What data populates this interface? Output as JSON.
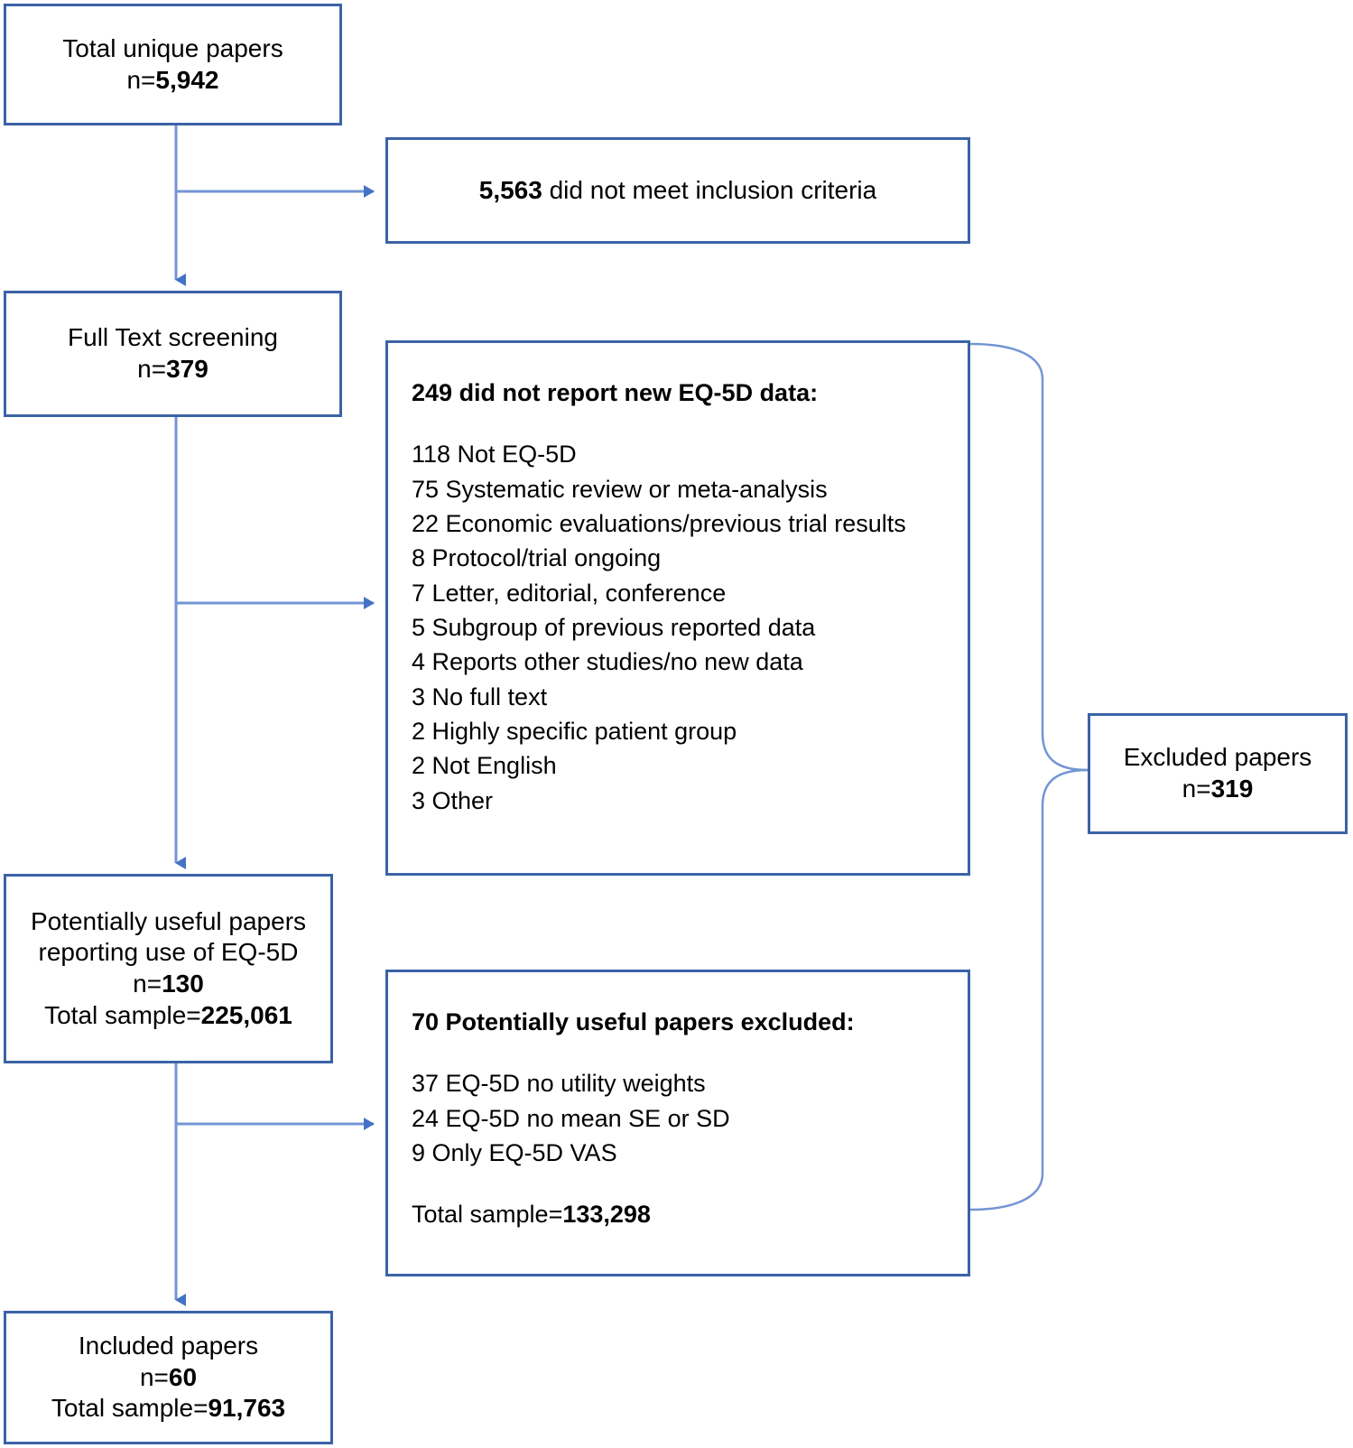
{
  "diagram": {
    "title": "PRISMA study selection flow diagram",
    "colors": {
      "box_border": "#3B63A6",
      "connector_line": "#7296D4",
      "arrow_head": "#4472C4",
      "text": "#000000",
      "background": "#FFFFFF"
    },
    "nodes": {
      "total_papers": {
        "lines": [
          {
            "text": "Total unique papers",
            "bold": false
          },
          {
            "text": "n=",
            "bold": false,
            "suffix": "5,942",
            "suffix_bold": true
          }
        ],
        "label_line1": "Total unique papers",
        "label_line2_prefix": "n=",
        "label_line2_value": "5,942"
      },
      "not_inclusion": {
        "value": "5,563",
        "text": " did not meet inclusion criteria"
      },
      "fulltext_screening": {
        "label_line1": "Full Text screening",
        "label_line2_prefix": "n=",
        "label_line2_value": "379"
      },
      "no_new_data": {
        "heading_value": "249",
        "heading_text": " did not report new EQ-5D data:",
        "items": [
          "118 Not EQ-5D",
          "75 Systematic review or meta-analysis",
          "22 Economic evaluations/previous trial results",
          "8 Protocol/trial ongoing",
          "7 Letter, editorial, conference",
          "5 Subgroup of previous reported data",
          "4 Reports other studies/no new data",
          "3 No full text",
          "2 Highly specific patient group",
          "2 Not English",
          "3 Other"
        ]
      },
      "excluded_papers": {
        "label_line1": "Excluded papers",
        "label_line2_prefix": "n=",
        "label_line2_value": "319"
      },
      "potentially_useful": {
        "label_line1": "Potentially useful papers",
        "label_line2": "reporting use of EQ-5D",
        "label_line3_prefix": "n=",
        "label_line3_value": "130",
        "label_line4_prefix": "Total sample=",
        "label_line4_value": "225,061"
      },
      "useful_excluded": {
        "heading_value": "70",
        "heading_text": " Potentially useful papers excluded:",
        "items": [
          "37 EQ-5D no utility weights",
          "24 EQ-5D no mean SE or SD",
          "9 Only EQ-5D VAS"
        ],
        "total_prefix": "Total sample=",
        "total_value": "133,298"
      },
      "included_papers": {
        "label_line1": "Included papers",
        "label_line2_prefix": "n=",
        "label_line2_value": "60",
        "label_line3_prefix": "Total sample=",
        "label_line3_value": "91,763"
      }
    },
    "connections": [
      {
        "from": "total_papers",
        "to": "fulltext_screening",
        "type": "arrow-down"
      },
      {
        "from": "total_papers",
        "to": "not_inclusion",
        "type": "arrow-right"
      },
      {
        "from": "fulltext_screening",
        "to": "potentially_useful",
        "type": "arrow-down"
      },
      {
        "from": "fulltext_screening",
        "to": "no_new_data",
        "type": "arrow-right"
      },
      {
        "from": "potentially_useful",
        "to": "included_papers",
        "type": "arrow-down"
      },
      {
        "from": "potentially_useful",
        "to": "useful_excluded",
        "type": "arrow-right"
      },
      {
        "from": "no_new_data",
        "to": "excluded_papers",
        "type": "curve"
      },
      {
        "from": "useful_excluded",
        "to": "excluded_papers",
        "type": "curve"
      }
    ]
  }
}
